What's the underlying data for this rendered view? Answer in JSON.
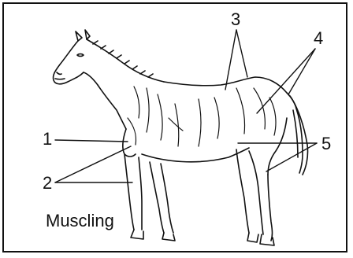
{
  "caption": "Muscling",
  "labels": {
    "l1": "1",
    "l2": "2",
    "l3": "3",
    "l4": "4",
    "l5": "5"
  },
  "colors": {
    "ink": "#111111",
    "background": "#ffffff"
  }
}
